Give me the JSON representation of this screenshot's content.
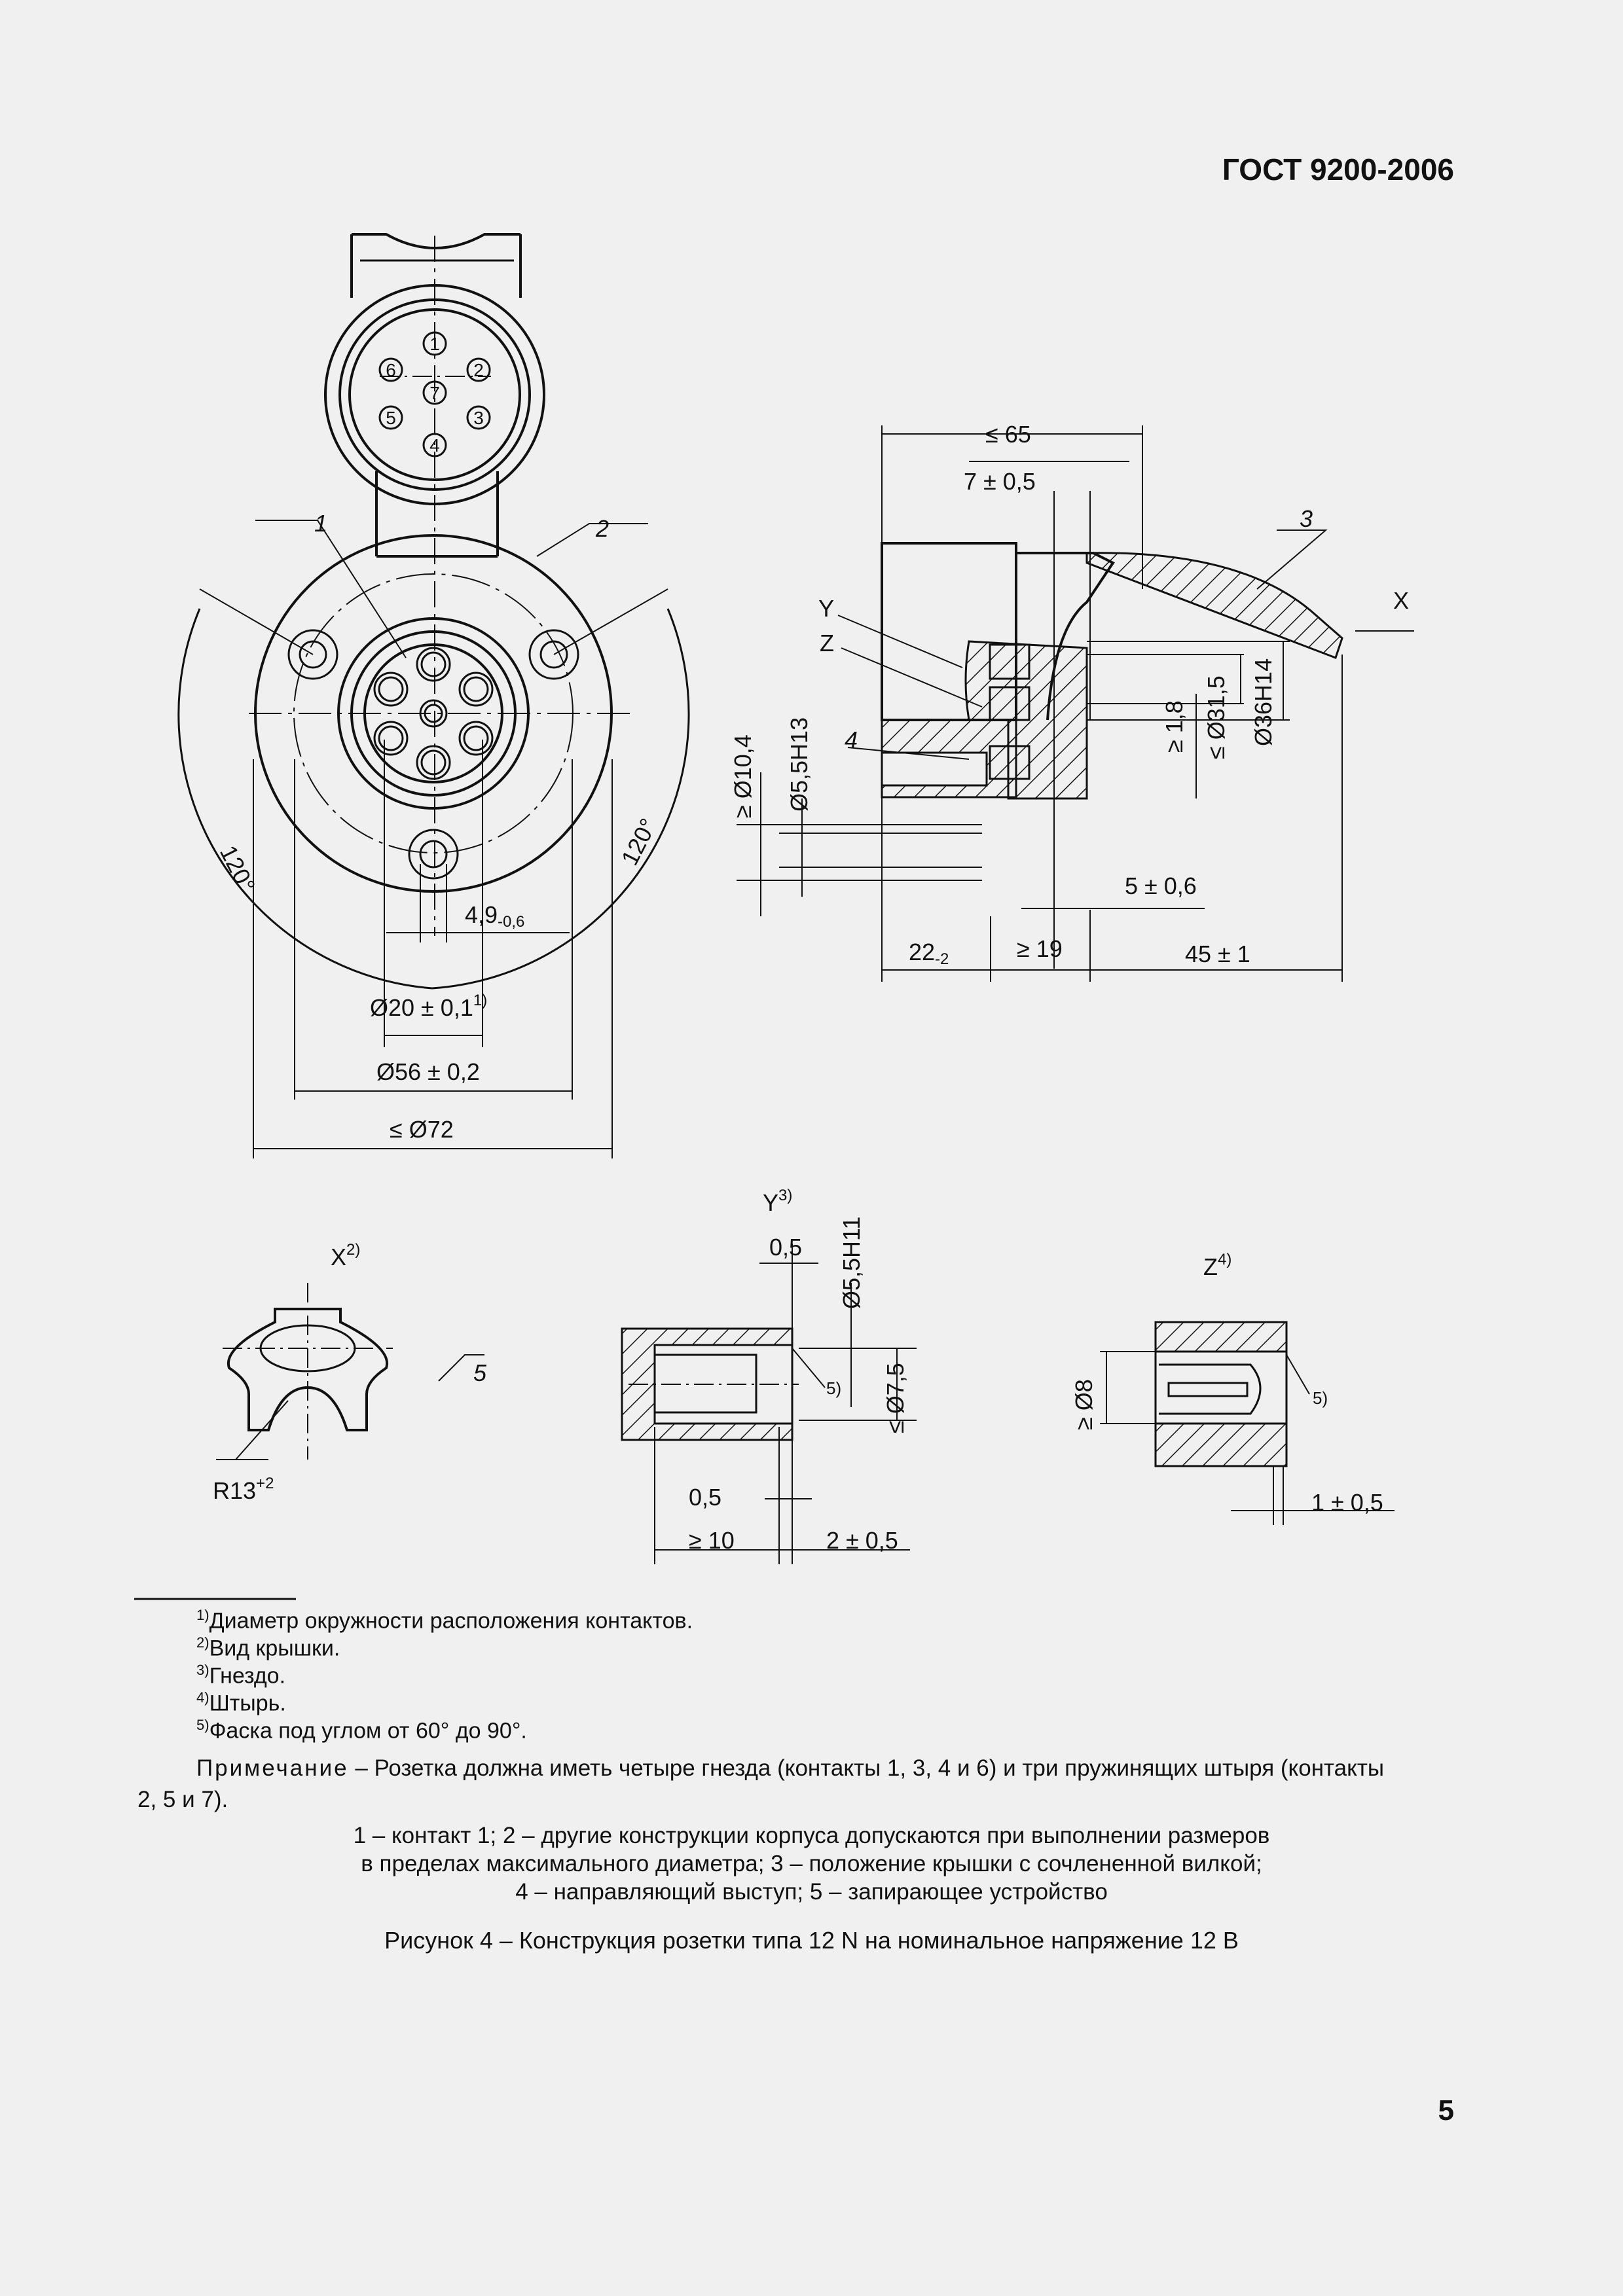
{
  "header": {
    "standard": "ГОСТ 9200-2006"
  },
  "drawing": {
    "front_view": {
      "contact_numbers": [
        "1",
        "2",
        "3",
        "4",
        "5",
        "6",
        "7"
      ],
      "callouts": [
        "1",
        "2"
      ],
      "angles": [
        "120°",
        "120°"
      ],
      "dims": {
        "pitch": "4,9",
        "pitch_tol": "-0,6",
        "circle": "Ø20 ± 0,1",
        "circle_note": "1)",
        "d56": "Ø56 ± 0,2",
        "d72": "≤ Ø72"
      }
    },
    "side_view": {
      "callouts": [
        "3",
        "4",
        "Y",
        "Z",
        "X"
      ],
      "dims": {
        "len": "≤ 65",
        "cover": "7 ± 0,5",
        "d10": "≥ Ø10,4",
        "d55": "Ø5,5H13",
        "h18": "≥ 1,8",
        "d315": "≤ Ø31,5",
        "d36": "Ø36H14",
        "g5": "5 ± 0,6",
        "l22": "22",
        "l22_tol": "-2",
        "l19": "≥ 19",
        "l45": "45 ± 1"
      }
    },
    "detail_x": {
      "title": "X",
      "note": "2)",
      "callout": "5",
      "radius": "R13",
      "radius_tol": "+2"
    },
    "detail_y": {
      "title": "Y",
      "note": "3)",
      "dims": {
        "top": "0,5",
        "d55": "Ø5,5H11",
        "d75": "≤ Ø7,5",
        "chamfer": "5)",
        "bot": "0,5",
        "l10": "≥ 10",
        "l2": "2 ± 0,5"
      }
    },
    "detail_z": {
      "title": "Z",
      "note": "4)",
      "dims": {
        "d8": "≥ Ø8",
        "chamfer": "5)",
        "l1": "1 ± 0,5"
      }
    }
  },
  "footnotes": [
    {
      "mark": "1)",
      "text": "Диаметр окружности расположения контактов."
    },
    {
      "mark": "2)",
      "text": "Вид крышки."
    },
    {
      "mark": "3)",
      "text": "Гнездо."
    },
    {
      "mark": "4)",
      "text": "Штырь."
    },
    {
      "mark": "5)",
      "text": "Фаска под углом от 60° до 90°."
    }
  ],
  "note": {
    "label": "Примечание",
    "text": " – Розетка должна иметь четыре гнезда (контакты 1, 3, 4 и 6) и три пружинящих штыря (контакты 2, 5 и 7)."
  },
  "legend": [
    "1 – контакт 1; 2 – другие конструкции корпуса допускаются при выполнении размеров",
    "в пределах максимального диаметра; 3 – положение крышки с сочлененной вилкой;",
    "4 – направляющий выступ; 5 – запирающее устройство"
  ],
  "caption": "Рисунок 4 – Конструкция розетки типа 12 N на номинальное напряжение 12 В",
  "page_number": "5"
}
